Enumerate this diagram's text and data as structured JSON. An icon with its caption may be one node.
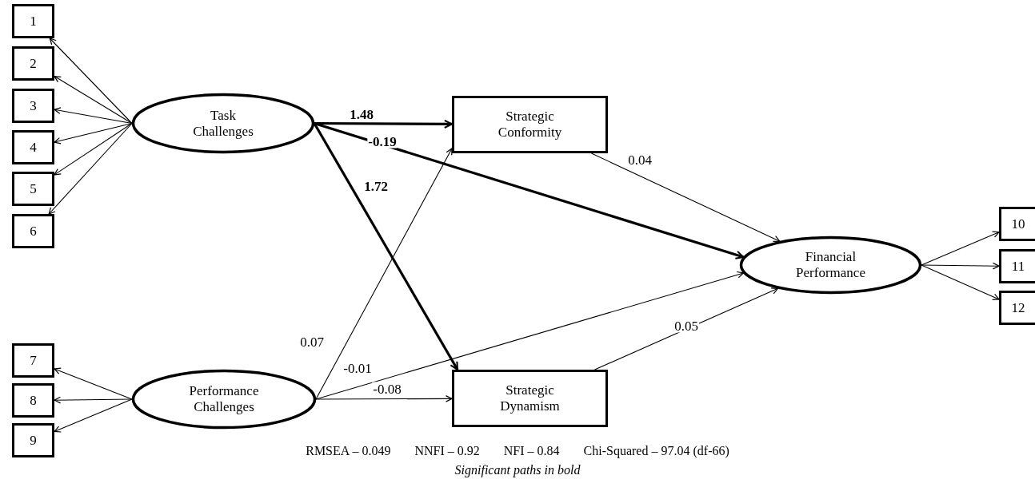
{
  "diagram": {
    "caption": "Significant paths in bold",
    "nodes": [
      {
        "text": [
          "1"
        ]
      },
      {
        "text": [
          "2"
        ]
      },
      {
        "text": [
          "3"
        ]
      },
      {
        "text": [
          "4"
        ]
      },
      {
        "text": [
          "5"
        ]
      },
      {
        "text": [
          "6"
        ]
      },
      {
        "text": [
          "Task Challenges"
        ]
      },
      {
        "text": [
          "Strategic Conformity"
        ]
      },
      {
        "text": [
          "Financial Performance"
        ]
      },
      {
        "text": [
          "10"
        ]
      },
      {
        "text": [
          "11"
        ]
      },
      {
        "text": [
          "12"
        ]
      },
      {
        "text": [
          "7"
        ]
      },
      {
        "text": [
          "8"
        ]
      },
      {
        "text": [
          "9"
        ]
      },
      {
        "text": [
          "Performance Challenges"
        ]
      },
      {
        "text": [
          "Strategic Dynamism"
        ]
      }
    ],
    "edges": [
      {
        "from": 6,
        "to": 0,
        "arrow": "to"
      },
      {
        "from": 6,
        "to": 1,
        "arrow": "to"
      },
      {
        "from": 6,
        "to": 2,
        "arrow": "to"
      },
      {
        "from": 6,
        "to": 3,
        "arrow": "to"
      },
      {
        "from": 6,
        "to": 4,
        "arrow": "to"
      },
      {
        "from": 6,
        "to": 5,
        "arrow": "to"
      },
      {
        "from": 6,
        "to": 7,
        "arrow": "to",
        "label": "1.48",
        "style": "thick"
      },
      {
        "from": 6,
        "to": 8,
        "arrow": "to",
        "label": "-0.19",
        "style": "thick"
      },
      {
        "from": 6,
        "to": 16,
        "arrow": "to",
        "label": "1.72",
        "style": "thick"
      },
      {
        "from": 7,
        "to": 8,
        "arrow": "to",
        "label": "0.04"
      },
      {
        "from": 8,
        "to": 9,
        "arrow": "to"
      },
      {
        "from": 8,
        "to": 10,
        "arrow": "to"
      },
      {
        "from": 8,
        "to": 11,
        "arrow": "to"
      },
      {
        "from": 15,
        "to": 12,
        "arrow": "to"
      },
      {
        "from": 15,
        "to": 13,
        "arrow": "to"
      },
      {
        "from": 15,
        "to": 14,
        "arrow": "to"
      },
      {
        "from": 15,
        "to": 7,
        "arrow": "to",
        "label": "0.07"
      },
      {
        "from": 15,
        "to": 8,
        "arrow": "to",
        "label": "-0.01"
      },
      {
        "from": 15,
        "to": 16,
        "arrow": "to",
        "label": "-0.08"
      },
      {
        "from": 16,
        "to": 8,
        "arrow": "to",
        "label": "0.05"
      }
    ],
    "labels": [
      "RMSEA – 0.049",
      "NNFI – 0.92",
      "NFI – 0.84",
      "Chi-Squared – 97.04 (df-66)"
    ]
  }
}
